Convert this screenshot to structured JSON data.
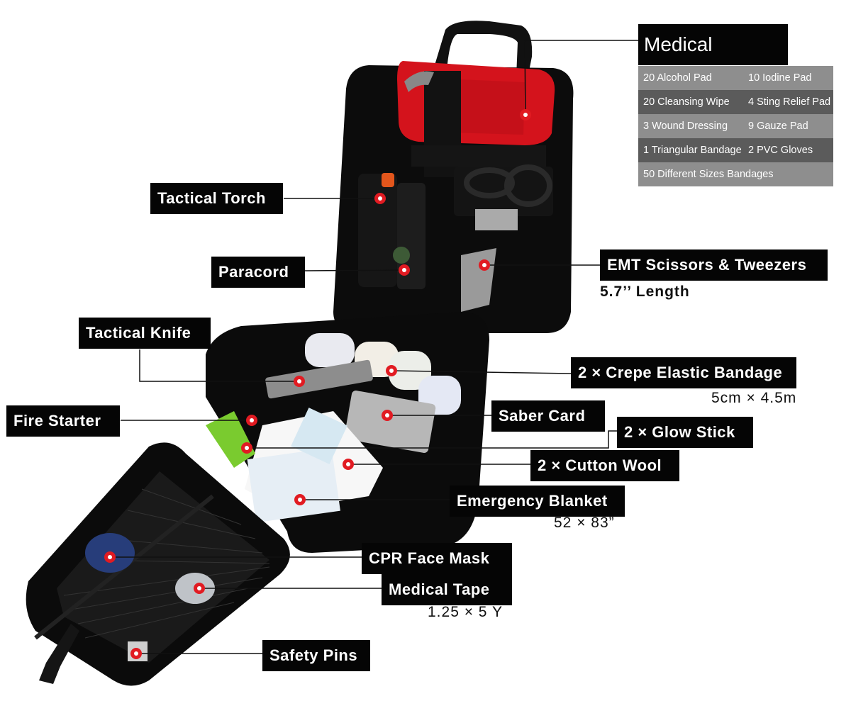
{
  "medical_supplies": {
    "title": "Medical Supplies",
    "rows": [
      [
        "20 Alcohol Pad",
        "10 Iodine Pad"
      ],
      [
        "20 Cleansing Wipe",
        "4 Sting Relief Pad"
      ],
      [
        "3 Wound Dressing",
        "9 Gauze Pad"
      ],
      [
        "1 Triangular Bandage",
        "2 PVC Gloves"
      ],
      [
        "50  Different Sizes Bandages",
        ""
      ]
    ]
  },
  "callouts": {
    "tactical_torch": "Tactical Torch",
    "paracord": "Paracord",
    "tactical_knife": "Tactical Knife",
    "fire_starter": "Fire Starter",
    "emt_scissors": "EMT Scissors & Tweezers",
    "emt_scissors_sub": "5.7’’ Length",
    "crepe_bandage": "2 × Crepe Elastic Bandage",
    "crepe_bandage_sub": "5cm × 4.5m",
    "saber_card": "Saber Card",
    "glow_stick": "2 × Glow Stick",
    "cotton_wool": "2 × Cutton Wool",
    "emergency_blanket": "Emergency Blanket",
    "emergency_blanket_sub": "52 × 83”",
    "cpr_mask": "CPR Face Mask",
    "medical_tape": "Medical Tape",
    "medical_tape_sub": "1.25 × 5 Y",
    "safety_pins": "Safety Pins"
  },
  "colors": {
    "pouch": "#0b0b0b",
    "red_kit": "#d4131c",
    "label_bg": "#050505",
    "marker": "#e11b22"
  }
}
